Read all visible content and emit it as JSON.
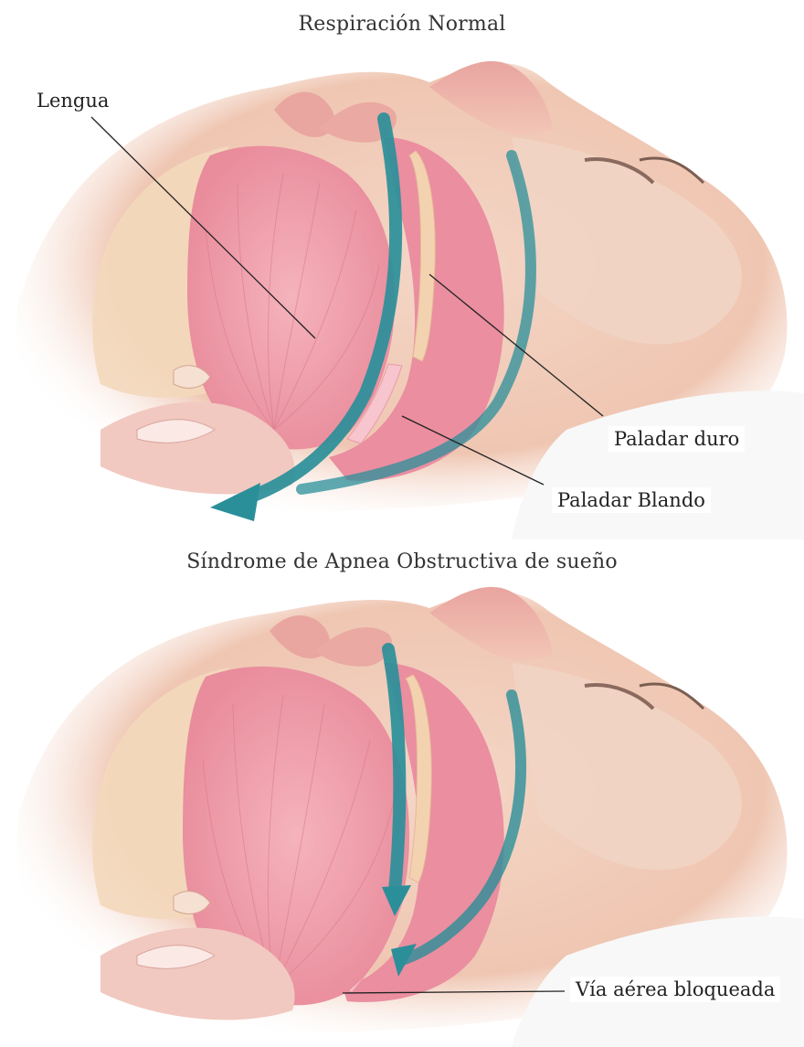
{
  "normal": {
    "title": "Respiración Normal",
    "labels": {
      "tongue": "Lengua",
      "hard_palate": "Paladar duro",
      "soft_palate": "Paladar Blando"
    }
  },
  "apnea": {
    "title": "Síndrome de Apnea Obstructiva de sueño",
    "labels": {
      "blocked_airway": "Vía aérea bloqueada"
    }
  },
  "colors": {
    "skin": "#f2cdbb",
    "tongue": "#ef9fab",
    "airway": "#e87f93",
    "airflow_arrow": "#2a8f99"
  }
}
